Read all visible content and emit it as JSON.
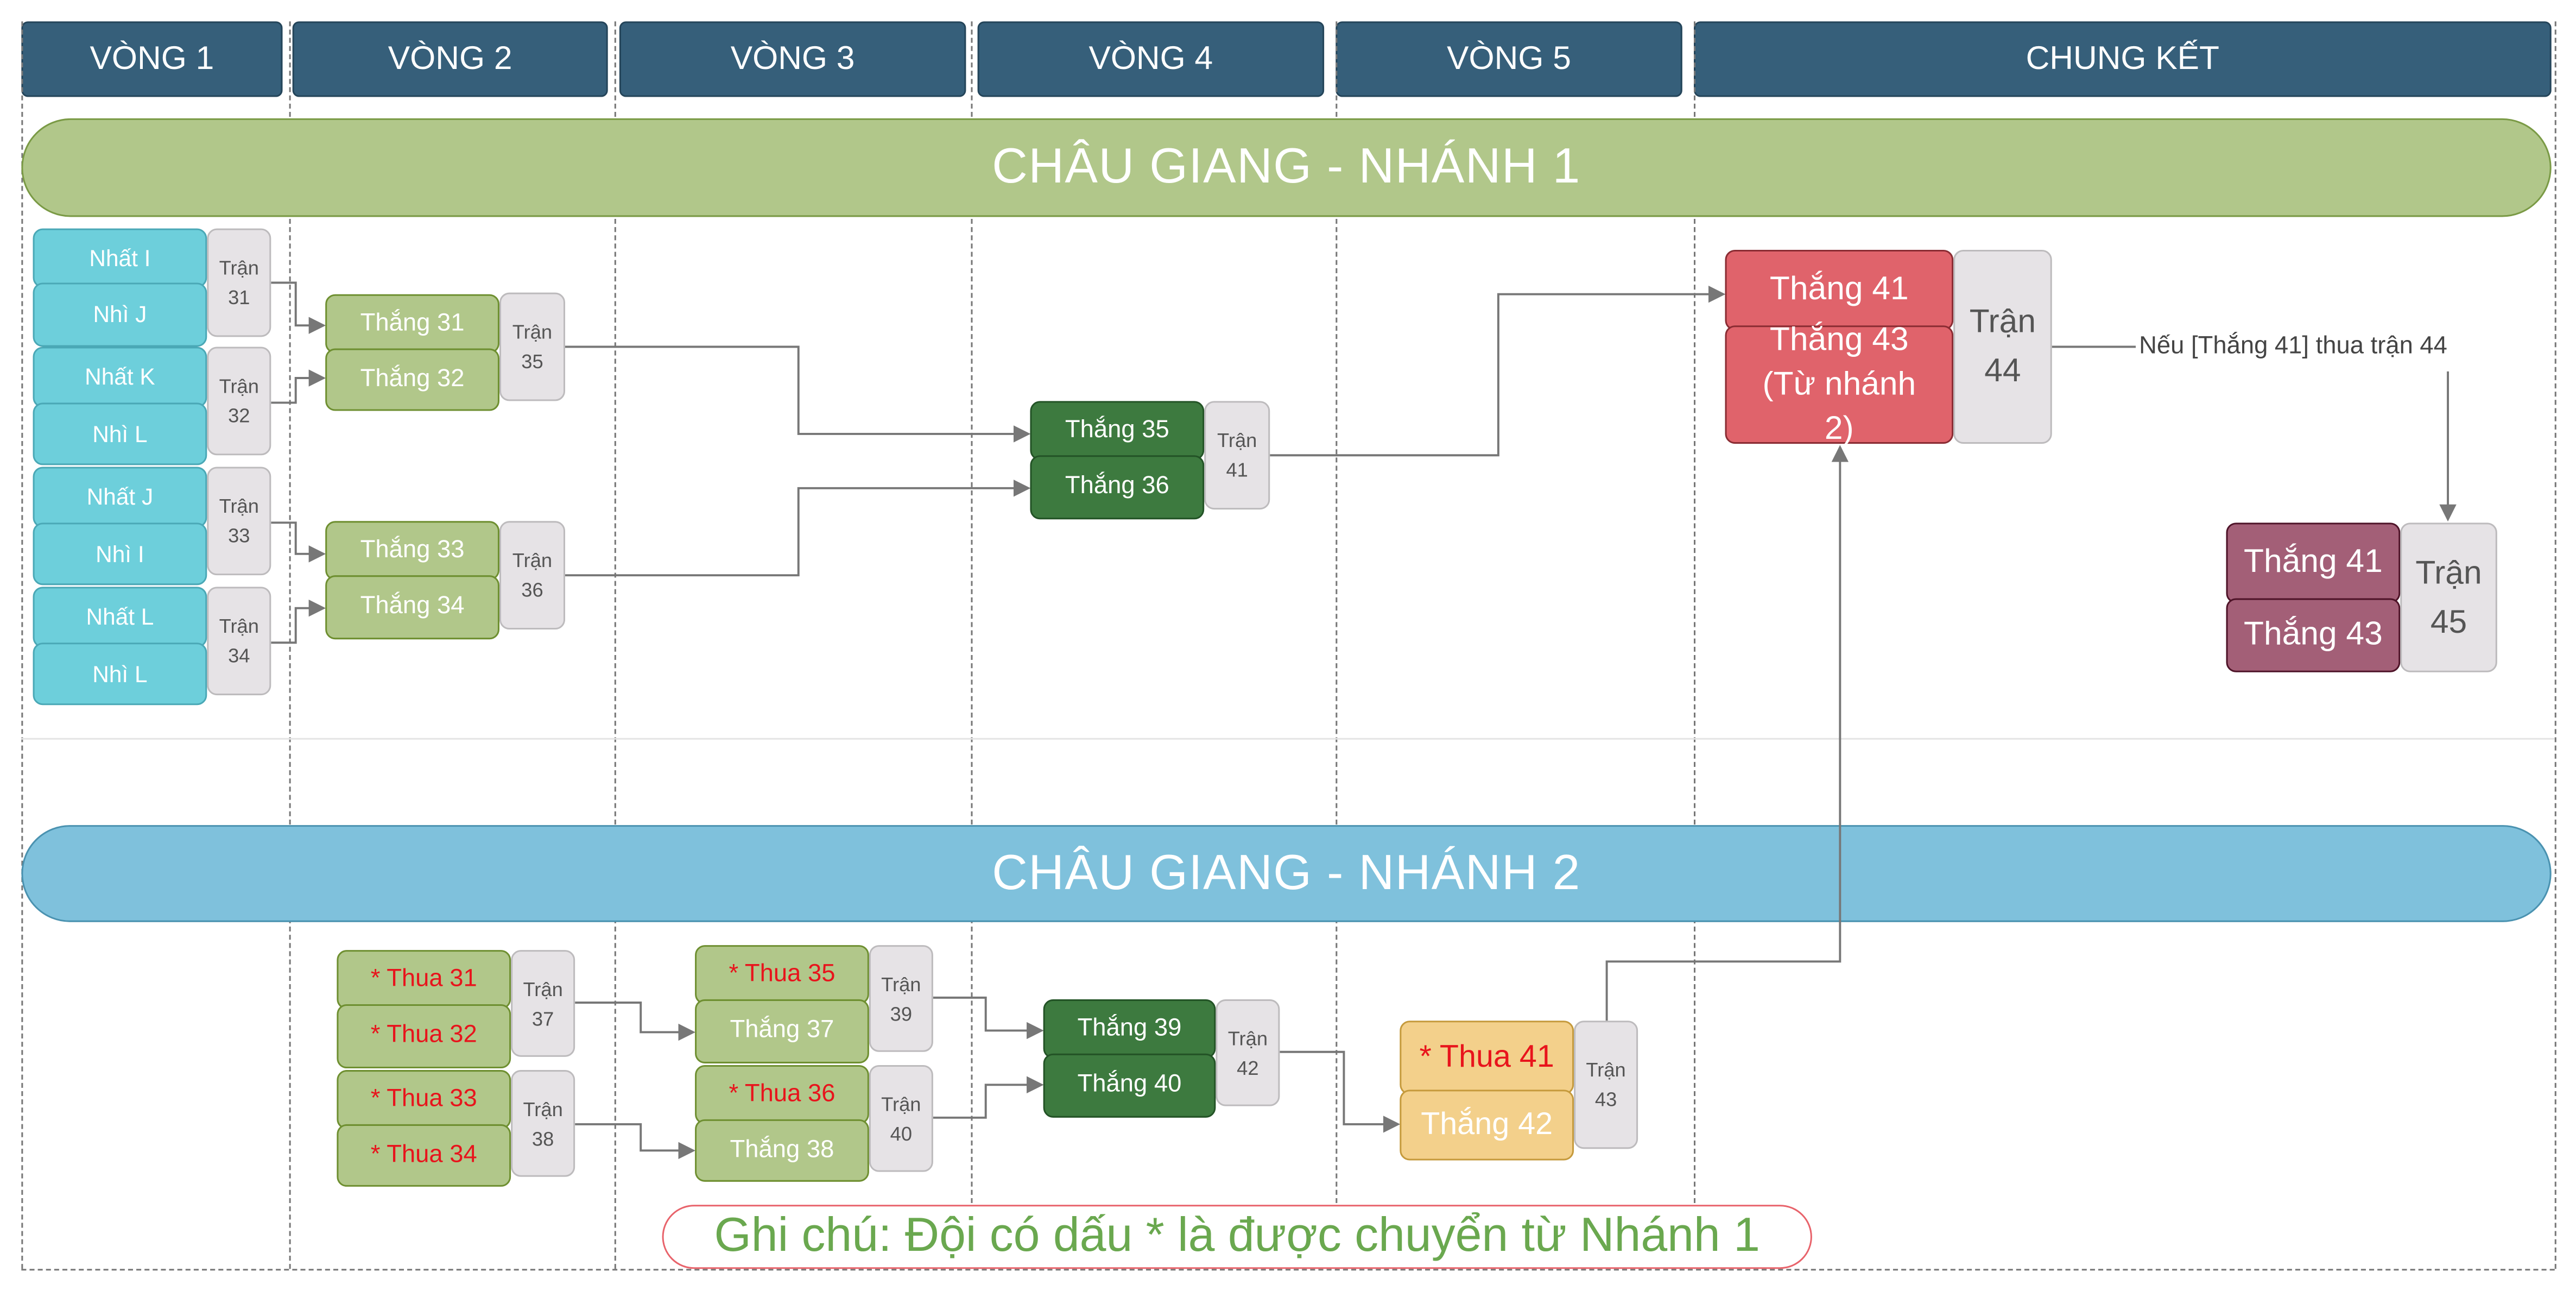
{
  "rounds": [
    "VÒNG 1",
    "VÒNG 2",
    "VÒNG 3",
    "VÒNG 4",
    "VÒNG 5",
    "CHUNG KẾT"
  ],
  "branch1": {
    "title": "CHÂU GIANG - NHÁNH 1",
    "round1_teams": [
      "Nhất I",
      "Nhì J",
      "Nhất K",
      "Nhì L",
      "Nhất J",
      "Nhì I",
      "Nhất L",
      "Nhì L"
    ],
    "round1_matches": [
      "Trận 31",
      "Trận 32",
      "Trận 33",
      "Trận 34"
    ],
    "round2_teams": [
      "Thắng 31",
      "Thắng 32",
      "Thắng 33",
      "Thắng 34"
    ],
    "round2_matches": [
      "Trận 35",
      "Trận 36"
    ],
    "round4_teams": [
      "Thắng 35",
      "Thắng 36"
    ],
    "round4_match": "Trận 41",
    "final_teams": [
      "Thắng 41",
      "Thắng 43 (Từ nhánh 2)"
    ],
    "final_match": "Trận 44",
    "condition": "Nếu [Thắng 41] thua trận 44",
    "replay_teams": [
      "Thắng 41",
      "Thắng 43"
    ],
    "replay_match": "Trận 45"
  },
  "branch2": {
    "title": "CHÂU GIANG - NHÁNH 2",
    "round2_teams": [
      "* Thua 31",
      "* Thua 32",
      "* Thua 33",
      "* Thua 34"
    ],
    "round2_matches": [
      "Trận 37",
      "Trận 38"
    ],
    "round3_teams": [
      "* Thua 35",
      "Thắng 37",
      "* Thua 36",
      "Thắng 38"
    ],
    "round3_matches": [
      "Trận 39",
      "Trận 40"
    ],
    "round4_teams": [
      "Thắng 39",
      "Thắng 40"
    ],
    "round4_match": "Trận 42",
    "round5_teams": [
      "* Thua 41",
      "Thắng 42"
    ],
    "round5_match": "Trận 43"
  },
  "note": "Ghi chú: Đội có dấu * là được chuyển từ Nhánh 1",
  "colors": {
    "header": "#365f7a",
    "branch1": "#b1c78a",
    "branch2": "#7fc1dc",
    "final": "#e0636b",
    "replay": "#a35f77",
    "transferred_text": "#e8141c",
    "note_text": "#6aa84f"
  }
}
